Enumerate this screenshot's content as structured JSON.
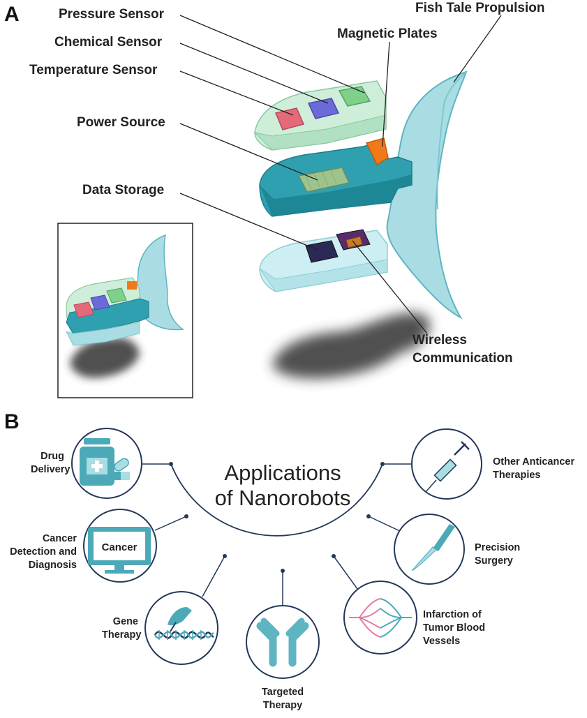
{
  "panels": {
    "a": "A",
    "b": "B"
  },
  "panel_a": {
    "parts": {
      "pressure": "Pressure Sensor",
      "chemical": "Chemical Sensor",
      "temperature": "Temperature Sensor",
      "power": "Power Source",
      "data": "Data Storage",
      "magnetic": "Magnetic Plates",
      "fish": "Fish Tale Propulsion",
      "wireless_1": "Wireless",
      "wireless_2": "Communication"
    }
  },
  "panel_b": {
    "title_1": "Applications",
    "title_2": "of Nanorobots",
    "apps": {
      "drug_1": "Drug",
      "drug_2": "Delivery",
      "cancer_det_1": "Cancer",
      "cancer_det_2": "Detection and",
      "cancer_det_3": "Diagnosis",
      "gene_1": "Gene",
      "gene_2": "Therapy",
      "targeted_1": "Targeted",
      "targeted_2": "Therapy",
      "infarction_1": "Infarction of",
      "infarction_2": "Tumor Blood",
      "infarction_3": "Vessels",
      "surgery_1": "Precision",
      "surgery_2": "Surgery",
      "other_1": "Other Anticancer",
      "other_2": "Therapies"
    },
    "monitor_text": "Cancer"
  },
  "colors": {
    "teal": "#4ba9b8",
    "light_teal": "#a9dde3",
    "mint": "#cfeeda",
    "dark_navy": "#24385a",
    "sensor_red": "#e46a7a",
    "sensor_blue": "#6a6ad8",
    "sensor_green": "#7fd08a",
    "orange": "#f07a1a",
    "pink": "#e77aa0"
  }
}
